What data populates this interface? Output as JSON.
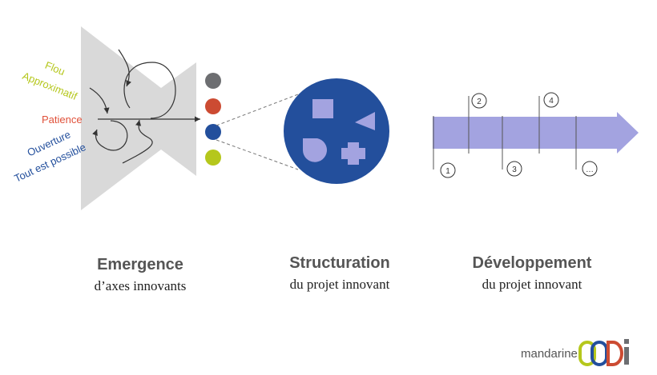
{
  "emergence": {
    "labels": {
      "flou": "Flou",
      "approximatif": "Approximatif",
      "patience": "Patience",
      "ouverture": "Ouverture",
      "tout_est_possible": "Tout est possible"
    },
    "title": "Emergence",
    "subtitle": "d’axes innovants"
  },
  "structuration": {
    "title": "Structuration",
    "subtitle": "du projet innovant"
  },
  "developpement": {
    "title": "Développement",
    "subtitle": "du projet innovant",
    "milestones": [
      "1",
      "2",
      "3",
      "4",
      "…"
    ]
  },
  "colors": {
    "gray": "#6d6e71",
    "red": "#cc4b32",
    "blue": "#234f9c",
    "lime": "#b5c71c",
    "lavender": "#a3a3e0"
  },
  "logo": {
    "text": "mandarine",
    "brand": "OODi"
  }
}
